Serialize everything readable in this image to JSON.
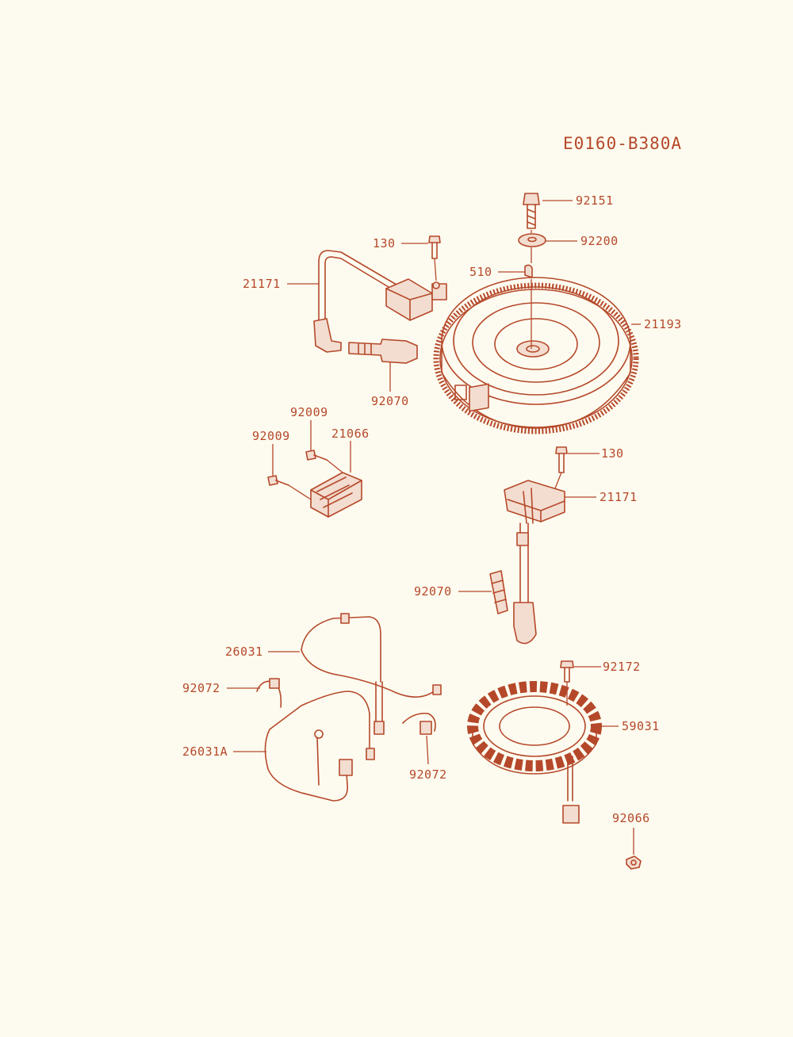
{
  "diagram": {
    "code": "E0160-B380A",
    "colors": {
      "ink": "#b5482a",
      "paper": "#fdfbef"
    },
    "labels": {
      "92151": "92151",
      "92200": "92200",
      "130_top": "130",
      "510": "510",
      "21171_top": "21171",
      "21193": "21193",
      "92070_top": "92070",
      "92009_a": "92009",
      "92009_b": "92009",
      "21066": "21066",
      "130_mid": "130",
      "21171_mid": "21171",
      "92070_mid": "92070",
      "26031": "26031",
      "92172": "92172",
      "92072_left": "92072",
      "59031": "59031",
      "26031A": "26031A",
      "92072_mid": "92072",
      "92066": "92066"
    }
  }
}
